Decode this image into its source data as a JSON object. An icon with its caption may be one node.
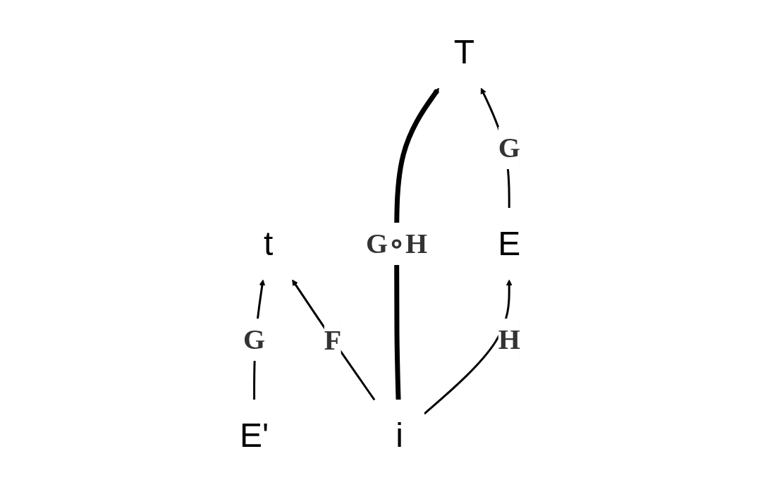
{
  "diagram": {
    "nodes": [
      {
        "text": [
          "T"
        ]
      },
      {
        "text": [
          "t"
        ]
      },
      {
        "text": [
          "E"
        ]
      },
      {
        "text": [
          "E'"
        ]
      },
      {
        "text": [
          "i"
        ]
      }
    ],
    "edges": [
      {
        "from": 2,
        "to": 0,
        "arrow": "to",
        "label": "G"
      },
      {
        "from": 4,
        "to": 0,
        "arrow": "to",
        "label": "G∘H",
        "style": "thick"
      },
      {
        "from": 4,
        "to": 2,
        "arrow": "to",
        "label": "H"
      },
      {
        "from": 4,
        "to": 1,
        "arrow": "to",
        "label": "F"
      },
      {
        "from": 3,
        "to": 1,
        "arrow": "to",
        "label": "G"
      }
    ]
  }
}
